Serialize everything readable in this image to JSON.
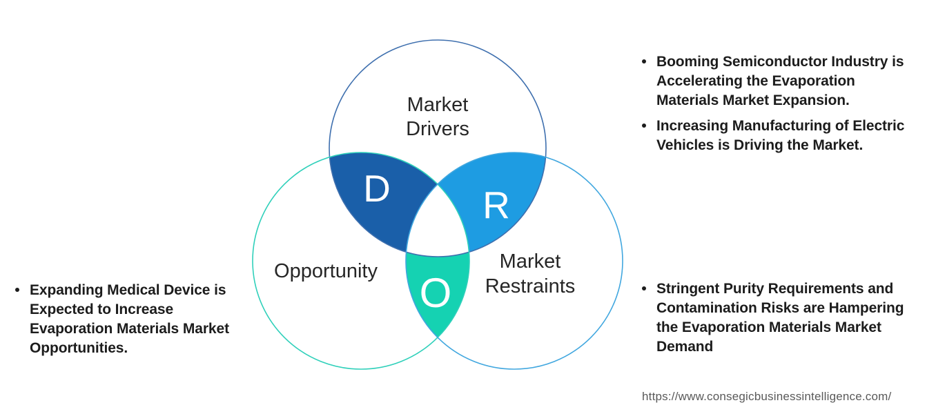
{
  "venn": {
    "drivers": {
      "label_line1": "Market",
      "label_line2": "Drivers",
      "letter": "D",
      "region_fill": "#1a5fa9",
      "stroke": "#3e6fae"
    },
    "restraints": {
      "label_line1": "Market",
      "label_line2": "Restraints",
      "letter": "R",
      "region_fill": "#1e9ce2",
      "stroke": "#41a7df"
    },
    "opportunity": {
      "label": "Opportunity",
      "letter": "O",
      "region_fill": "#15d2b2",
      "stroke": "#2fd0ba"
    }
  },
  "bullets": {
    "drivers": [
      {
        "lines": {
          "l0": "Booming Semiconductor Industry is",
          "l1": "Accelerating the Evaporation",
          "l2": "Materials Market Expansion."
        }
      },
      {
        "lines": {
          "l0": "Increasing Manufacturing of Electric",
          "l1": "Vehicles is Driving the Market."
        }
      }
    ],
    "opportunity": [
      {
        "lines": {
          "l0": "Expanding Medical Device is",
          "l1": "Expected to Increase",
          "l2": "Evaporation Materials Market",
          "l3": "Opportunities."
        }
      }
    ],
    "restraints": [
      {
        "lines": {
          "l0": "Stringent Purity Requirements and",
          "l1": "Contamination Risks are Hampering",
          "l2": "the Evaporation Materials Market",
          "l3": "Demand"
        }
      }
    ]
  },
  "footer": {
    "url": "https://www.consegicbusinessintelligence.com/"
  }
}
